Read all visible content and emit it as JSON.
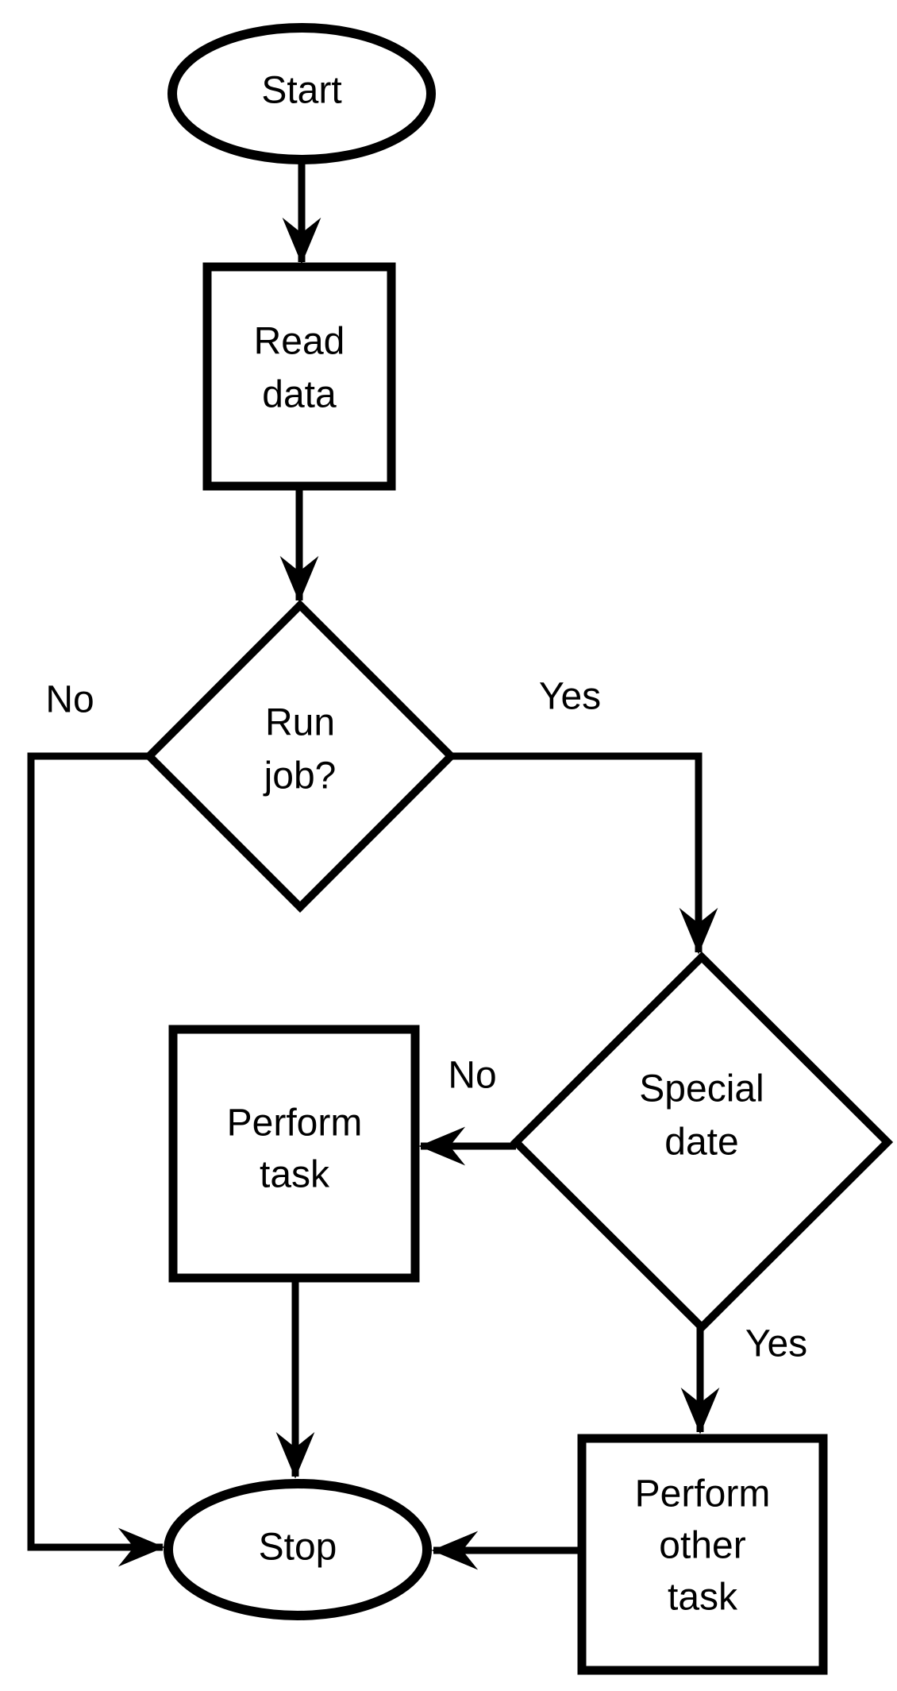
{
  "flowchart": {
    "colors": {
      "ink": "#000000",
      "background": "#ffffff"
    },
    "nodes": {
      "start": {
        "type": "terminator",
        "label": "Start"
      },
      "read_data": {
        "type": "process",
        "lines": [
          "Read",
          "data"
        ]
      },
      "run_job": {
        "type": "decision",
        "lines": [
          "Run",
          "job?"
        ]
      },
      "special_date": {
        "type": "decision",
        "lines": [
          "Special",
          "date"
        ]
      },
      "perform_task": {
        "type": "process",
        "lines": [
          "Perform",
          "task"
        ]
      },
      "perform_other_task": {
        "type": "process",
        "lines": [
          "Perform",
          "other",
          "task"
        ]
      },
      "stop": {
        "type": "terminator",
        "label": "Stop"
      }
    },
    "edges": [
      {
        "from": "start",
        "to": "read_data",
        "label": ""
      },
      {
        "from": "read_data",
        "to": "run_job",
        "label": ""
      },
      {
        "from": "run_job",
        "to": "stop",
        "label": "No"
      },
      {
        "from": "run_job",
        "to": "special_date",
        "label": "Yes"
      },
      {
        "from": "special_date",
        "to": "perform_task",
        "label": "No"
      },
      {
        "from": "special_date",
        "to": "perform_other_task",
        "label": "Yes"
      },
      {
        "from": "perform_task",
        "to": "stop",
        "label": ""
      },
      {
        "from": "perform_other_task",
        "to": "stop",
        "label": ""
      }
    ]
  }
}
